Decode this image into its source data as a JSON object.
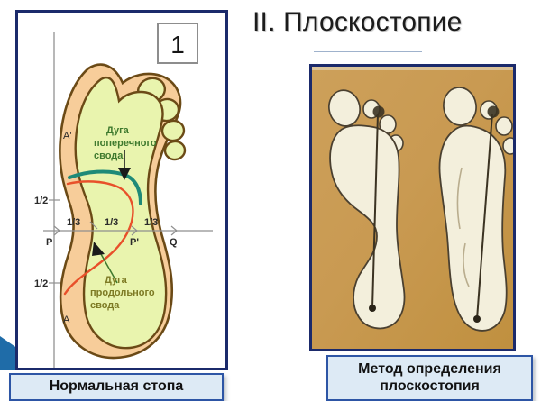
{
  "slide": {
    "title": "II. Плоскостопие",
    "background_color": "#ffffff"
  },
  "left_panel": {
    "name": "normal-foot-diagram",
    "border_color": "#1b2a6b",
    "number_badge": "1",
    "caption": "Нормальная стопа",
    "labels": {
      "transverse_arch": "Дуга\nпоперечного\nсвода",
      "transverse_arch_line1": "Дуга",
      "transverse_arch_line2": "поперечного",
      "transverse_arch_line3": "свода",
      "longitudinal_arch_line1": "Дуга",
      "longitudinal_arch_line2": "продольного",
      "longitudinal_arch_line3": "свода",
      "point_a_top": "A'",
      "point_a_bottom": "A",
      "point_p": "P",
      "point_p_prime": "P'",
      "point_q": "Q",
      "half_top": "1/2",
      "half_bottom": "1/2",
      "third_1": "1/3",
      "third_2": "1/3",
      "third_3": "1/3"
    },
    "colors": {
      "foot_outline": "#6b4a16",
      "foot_fill": "#f7cd9a",
      "sole_fill": "#e9f4ae",
      "arch_red": "#e8502a",
      "arch_teal": "#1f8a78",
      "label_green": "#3f7a2e",
      "label_olive": "#7d7a24"
    }
  },
  "right_panel": {
    "name": "flatfoot-test-photo",
    "border_color": "#1b2a6b",
    "caption_line1": "Метод определения",
    "caption_line2": "плоскостопия",
    "colors": {
      "paper": "#c79a52",
      "print_fill": "#f3efdc",
      "ink": "#3b3322"
    }
  }
}
